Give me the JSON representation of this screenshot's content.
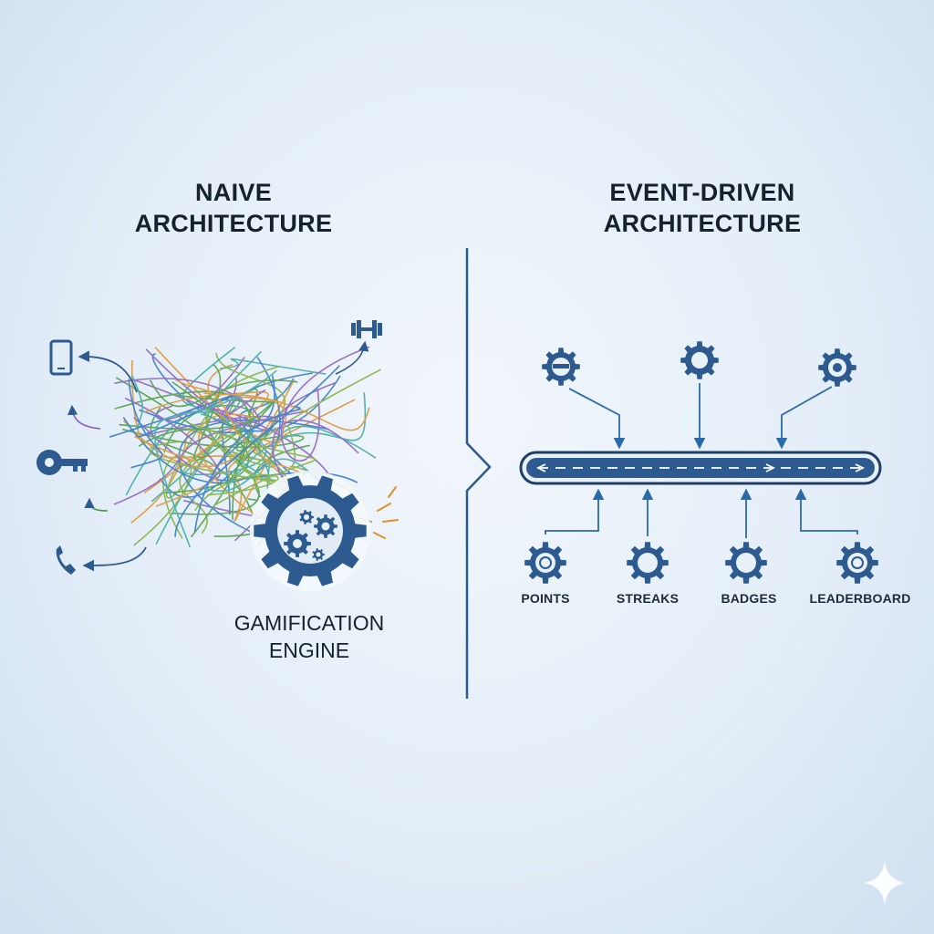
{
  "naive": {
    "title_line1": "NAIVE",
    "title_line2": "ARCHITECTURE",
    "engine_line1": "GAMIFICATION",
    "engine_line2": "ENGINE",
    "source_icons": [
      "mobile-phone-icon",
      "key-icon",
      "phone-icon",
      "dumbbell-icon"
    ]
  },
  "event_driven": {
    "title_line1": "EVENT-DRIVEN",
    "title_line2": "ARCHITECTURE",
    "producers": [
      "gear-icon",
      "gear-icon",
      "gear-icon"
    ],
    "consumers": [
      "POINTS",
      "STREAKS",
      "BADGES",
      "LEADERBOARD"
    ]
  },
  "colors": {
    "primary": "#2d5b8f",
    "dark": "#1f3e66",
    "accent_line": "#2b6aa8",
    "text": "#16212e",
    "tangle": [
      "#e0902a",
      "#4a9a3f",
      "#2b74c6",
      "#8a5bbf",
      "#3aa7a0",
      "#7fae3a"
    ]
  }
}
